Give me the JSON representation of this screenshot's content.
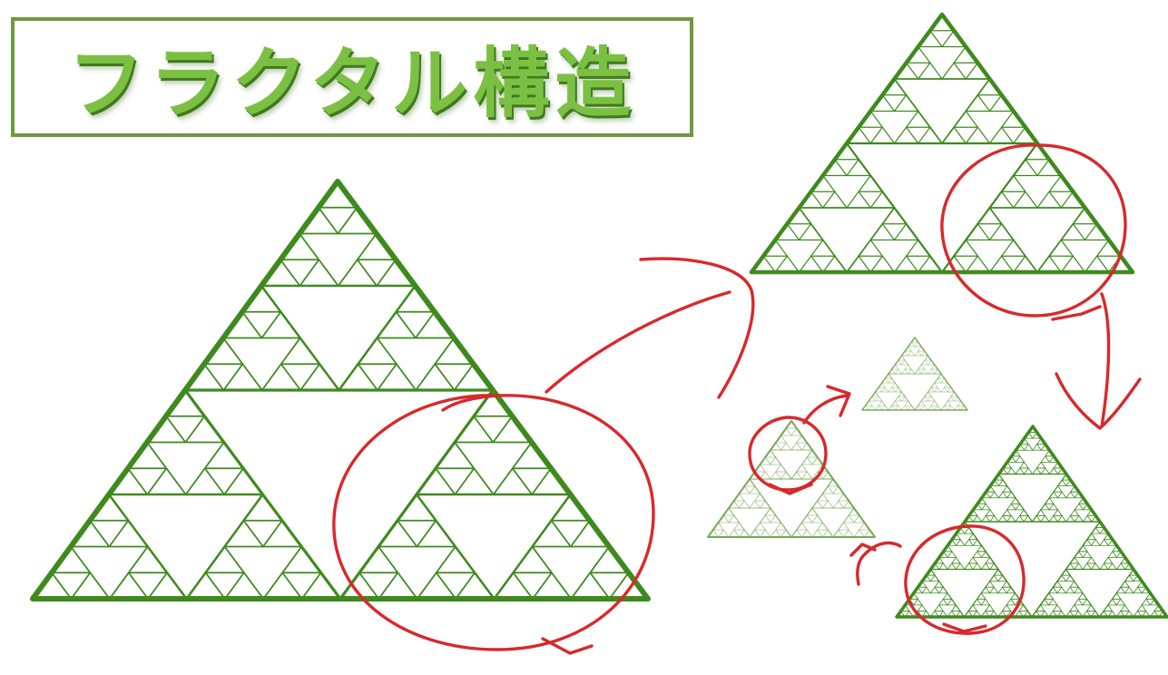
{
  "title": {
    "text": "フラクタル構造"
  },
  "colors": {
    "triangle_stroke": "#3f8a1e",
    "triangle_light": "#78a85a",
    "annotation_red": "#d8292c",
    "title_fill": "#7cc043",
    "title_border": "#6f9a3c"
  },
  "diagram": {
    "shape": "sierpinski-triangle",
    "annotation_circles": 4,
    "annotation_arrows": 4
  }
}
